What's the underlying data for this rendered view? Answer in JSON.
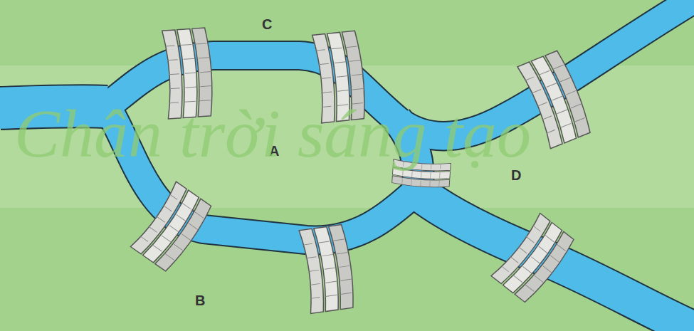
{
  "diagram": {
    "labels": [
      "C",
      "A",
      "B",
      "D",
      "Chân trời sáng tạo"
    ]
  }
}
